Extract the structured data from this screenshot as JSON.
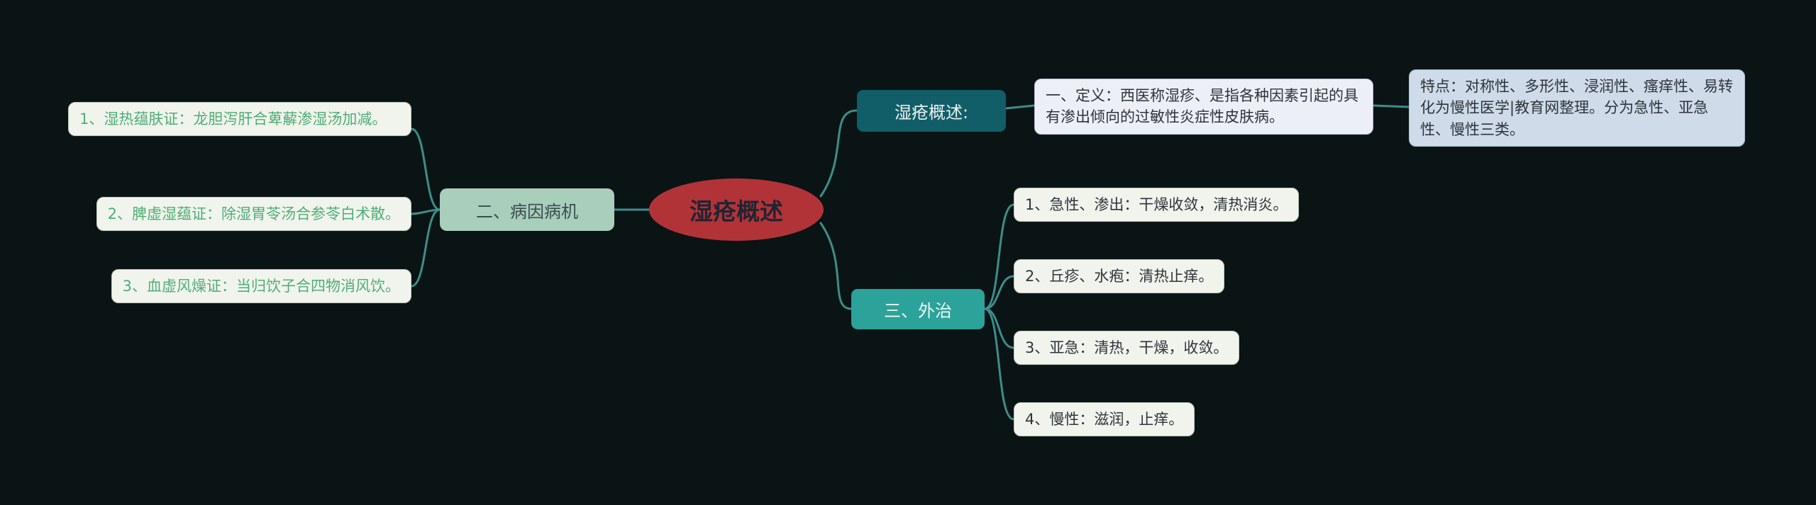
{
  "colors": {
    "background": "#0a1414",
    "connector": "#3d8d8b",
    "root_fill": "#b23337",
    "root_text": "#1f2433",
    "branch_left_fill": "#a9cebc",
    "overview_node_fill": "#115e69",
    "waizhi_node_fill": "#2ba29a",
    "leaf_fill": "#f1f4ec",
    "leaf_green_text": "#4fae77",
    "definition_fill": "#edeff7",
    "feature_fill": "#cfdbe9"
  },
  "root": {
    "label": "湿疮概述"
  },
  "left_branch": {
    "label": "二、病因病机",
    "children": [
      {
        "text": "1、湿热蕴肤证：龙胆泻肝合萆薢渗湿汤加减。"
      },
      {
        "text": "2、脾虚湿蕴证：除湿胃苓汤合参苓白术散。"
      },
      {
        "text": "3、血虚风燥证：当归饮子合四物消风饮。"
      }
    ]
  },
  "right_top": {
    "label": "湿疮概述:",
    "definition": "一、定义：西医称湿疹、是指各种因素引起的具有渗出倾向的过敏性炎症性皮肤病。",
    "feature": "特点：对称性、多形性、浸润性、瘙痒性、易转化为慢性医学|教育网整理。分为急性、亚急性、慢性三类。"
  },
  "right_bottom": {
    "label": "三、外治",
    "children": [
      {
        "text": "1、急性、渗出：干燥收敛，清热消炎。"
      },
      {
        "text": "2、丘疹、水疱：清热止痒。"
      },
      {
        "text": "3、亚急：清热，干燥，收敛。"
      },
      {
        "text": "4、慢性：滋润，止痒。"
      }
    ]
  }
}
